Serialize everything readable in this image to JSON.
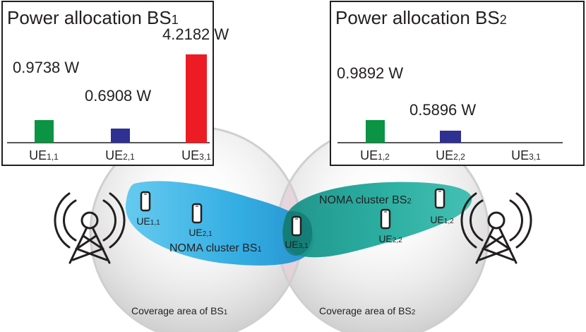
{
  "bs1_panel": {
    "title": "Power allocation BS",
    "title_sub": "1",
    "bars": [
      {
        "value_label": "0.9738 W",
        "ue": "UE",
        "ue_sub": "1,1",
        "power_w": 0.9738,
        "color": "#0b9444"
      },
      {
        "value_label": "0.6908 W",
        "ue": "UE",
        "ue_sub": "2,1",
        "power_w": 0.6908,
        "color": "#2e3192"
      },
      {
        "value_label": "4.2182 W",
        "ue": "UE",
        "ue_sub": "3,1",
        "power_w": 4.2182,
        "color": "#ed1c24"
      }
    ]
  },
  "bs2_panel": {
    "title": "Power allocation BS",
    "title_sub": "2",
    "bars": [
      {
        "value_label": "0.9892 W",
        "ue": "UE",
        "ue_sub": "1,2",
        "power_w": 0.9892,
        "color": "#0b9444"
      },
      {
        "value_label": "0.5896 W",
        "ue": "UE",
        "ue_sub": "2,2",
        "power_w": 0.5896,
        "color": "#2e3192"
      },
      {
        "value_label": "",
        "ue": "UE",
        "ue_sub": "3,1",
        "power_w": 0,
        "color": "#ed1c24"
      }
    ]
  },
  "network": {
    "cluster1_label": "NOMA cluster BS",
    "cluster1_sub": "1",
    "cluster2_label": "NOMA cluster BS",
    "cluster2_sub": "2",
    "coverage1_label": "Coverage area of BS",
    "coverage1_sub": "1",
    "coverage2_label": "Coverage area of BS",
    "coverage2_sub": "2",
    "ues": [
      {
        "id": "ue11",
        "name": "UE",
        "sub": "1,1"
      },
      {
        "id": "ue21",
        "name": "UE",
        "sub": "2,1"
      },
      {
        "id": "ue31",
        "name": "UE",
        "sub": "3,1"
      },
      {
        "id": "ue22",
        "name": "UE",
        "sub": "2,2"
      },
      {
        "id": "ue12",
        "name": "UE",
        "sub": "1,2"
      }
    ],
    "colors": {
      "cluster1": "#29a9e1",
      "cluster2": "#1fa99b",
      "coverage": "#cccccc",
      "overlap": "#e9d3dd"
    }
  }
}
